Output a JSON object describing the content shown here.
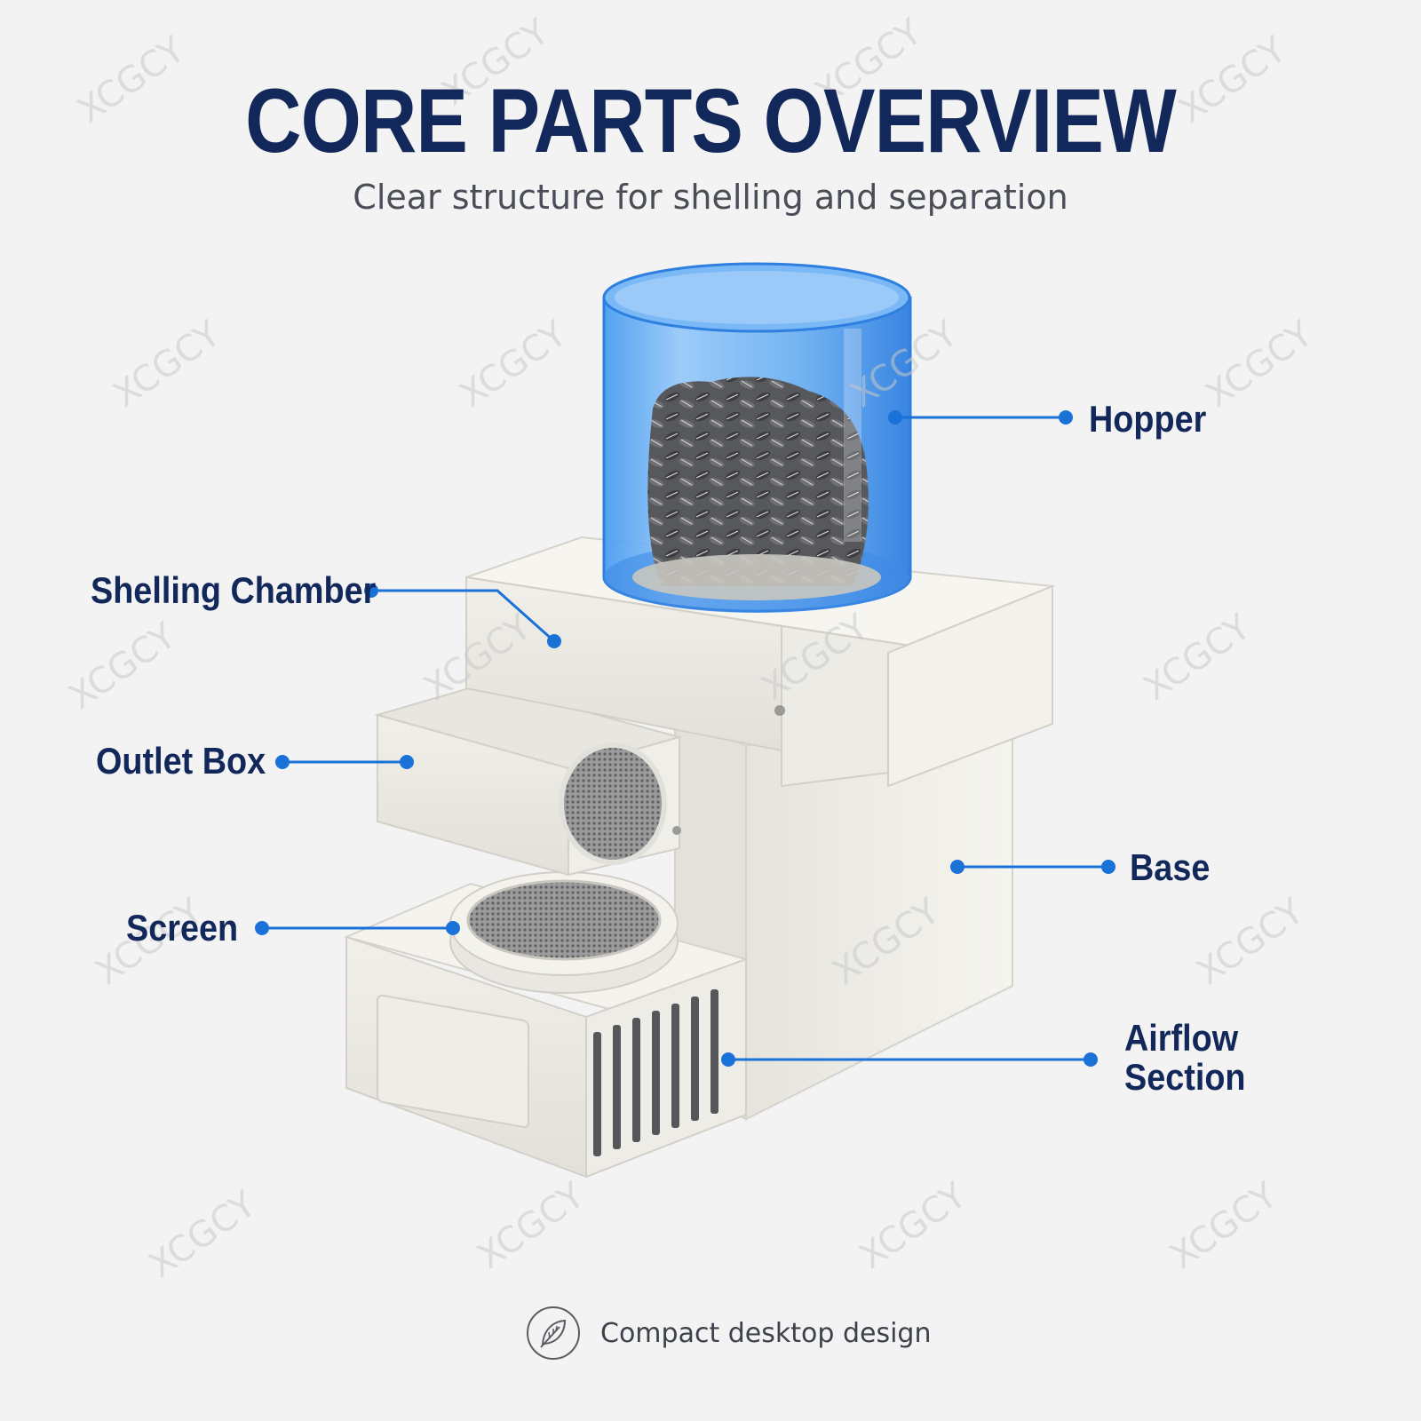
{
  "header": {
    "title": "CORE PARTS OVERVIEW",
    "subtitle": "Clear structure for shelling and separation"
  },
  "watermark": "XCGCY",
  "callouts": {
    "hopper": "Hopper",
    "shelling_chamber": "Shelling Chamber",
    "outlet_box": "Outlet Box",
    "base": "Base",
    "screen": "Screen",
    "airflow_line1": "Airflow",
    "airflow_line2": "Section"
  },
  "footer": {
    "icon": "leaf-icon",
    "text": "Compact desktop design"
  },
  "colors": {
    "title": "#13285a",
    "accent_line": "#1a72d8",
    "hopper_blue": "#3d8fe8",
    "machine_body": "#eceae4",
    "background": "#f3f3f3"
  }
}
